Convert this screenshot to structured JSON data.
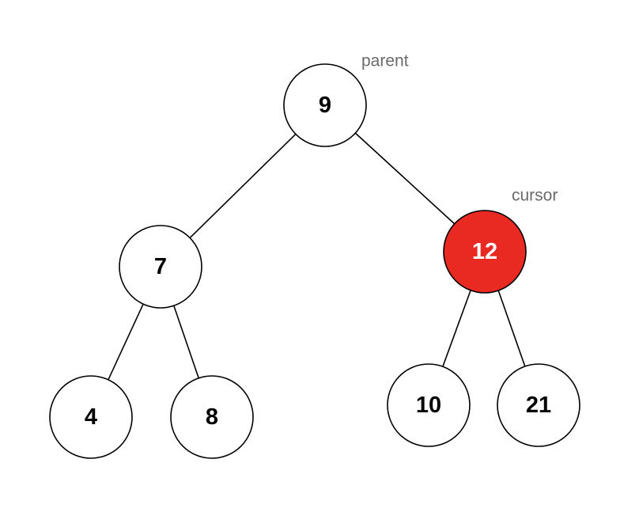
{
  "colors": {
    "node_fill": "#ffffff",
    "node_stroke": "#000000",
    "node_text": "#000000",
    "highlight_fill": "#e82a22",
    "highlight_text": "#ffffff",
    "annotation_text": "#6a6a6a"
  },
  "tree": {
    "nodes": [
      {
        "id": "n9",
        "label": "9",
        "highlighted": false
      },
      {
        "id": "n7",
        "label": "7",
        "highlighted": false
      },
      {
        "id": "n12",
        "label": "12",
        "highlighted": true
      },
      {
        "id": "n4",
        "label": "4",
        "highlighted": false
      },
      {
        "id": "n8",
        "label": "8",
        "highlighted": false
      },
      {
        "id": "n10",
        "label": "10",
        "highlighted": false
      },
      {
        "id": "n21",
        "label": "21",
        "highlighted": false
      }
    ],
    "edges": [
      {
        "from": "n9",
        "to": "n7"
      },
      {
        "from": "n9",
        "to": "n12"
      },
      {
        "from": "n7",
        "to": "n4"
      },
      {
        "from": "n7",
        "to": "n8"
      },
      {
        "from": "n12",
        "to": "n10"
      },
      {
        "from": "n12",
        "to": "n21"
      }
    ],
    "annotations": [
      {
        "id": "parent",
        "text": "parent",
        "target": "n9"
      },
      {
        "id": "cursor",
        "text": "cursor",
        "target": "n12"
      }
    ]
  }
}
